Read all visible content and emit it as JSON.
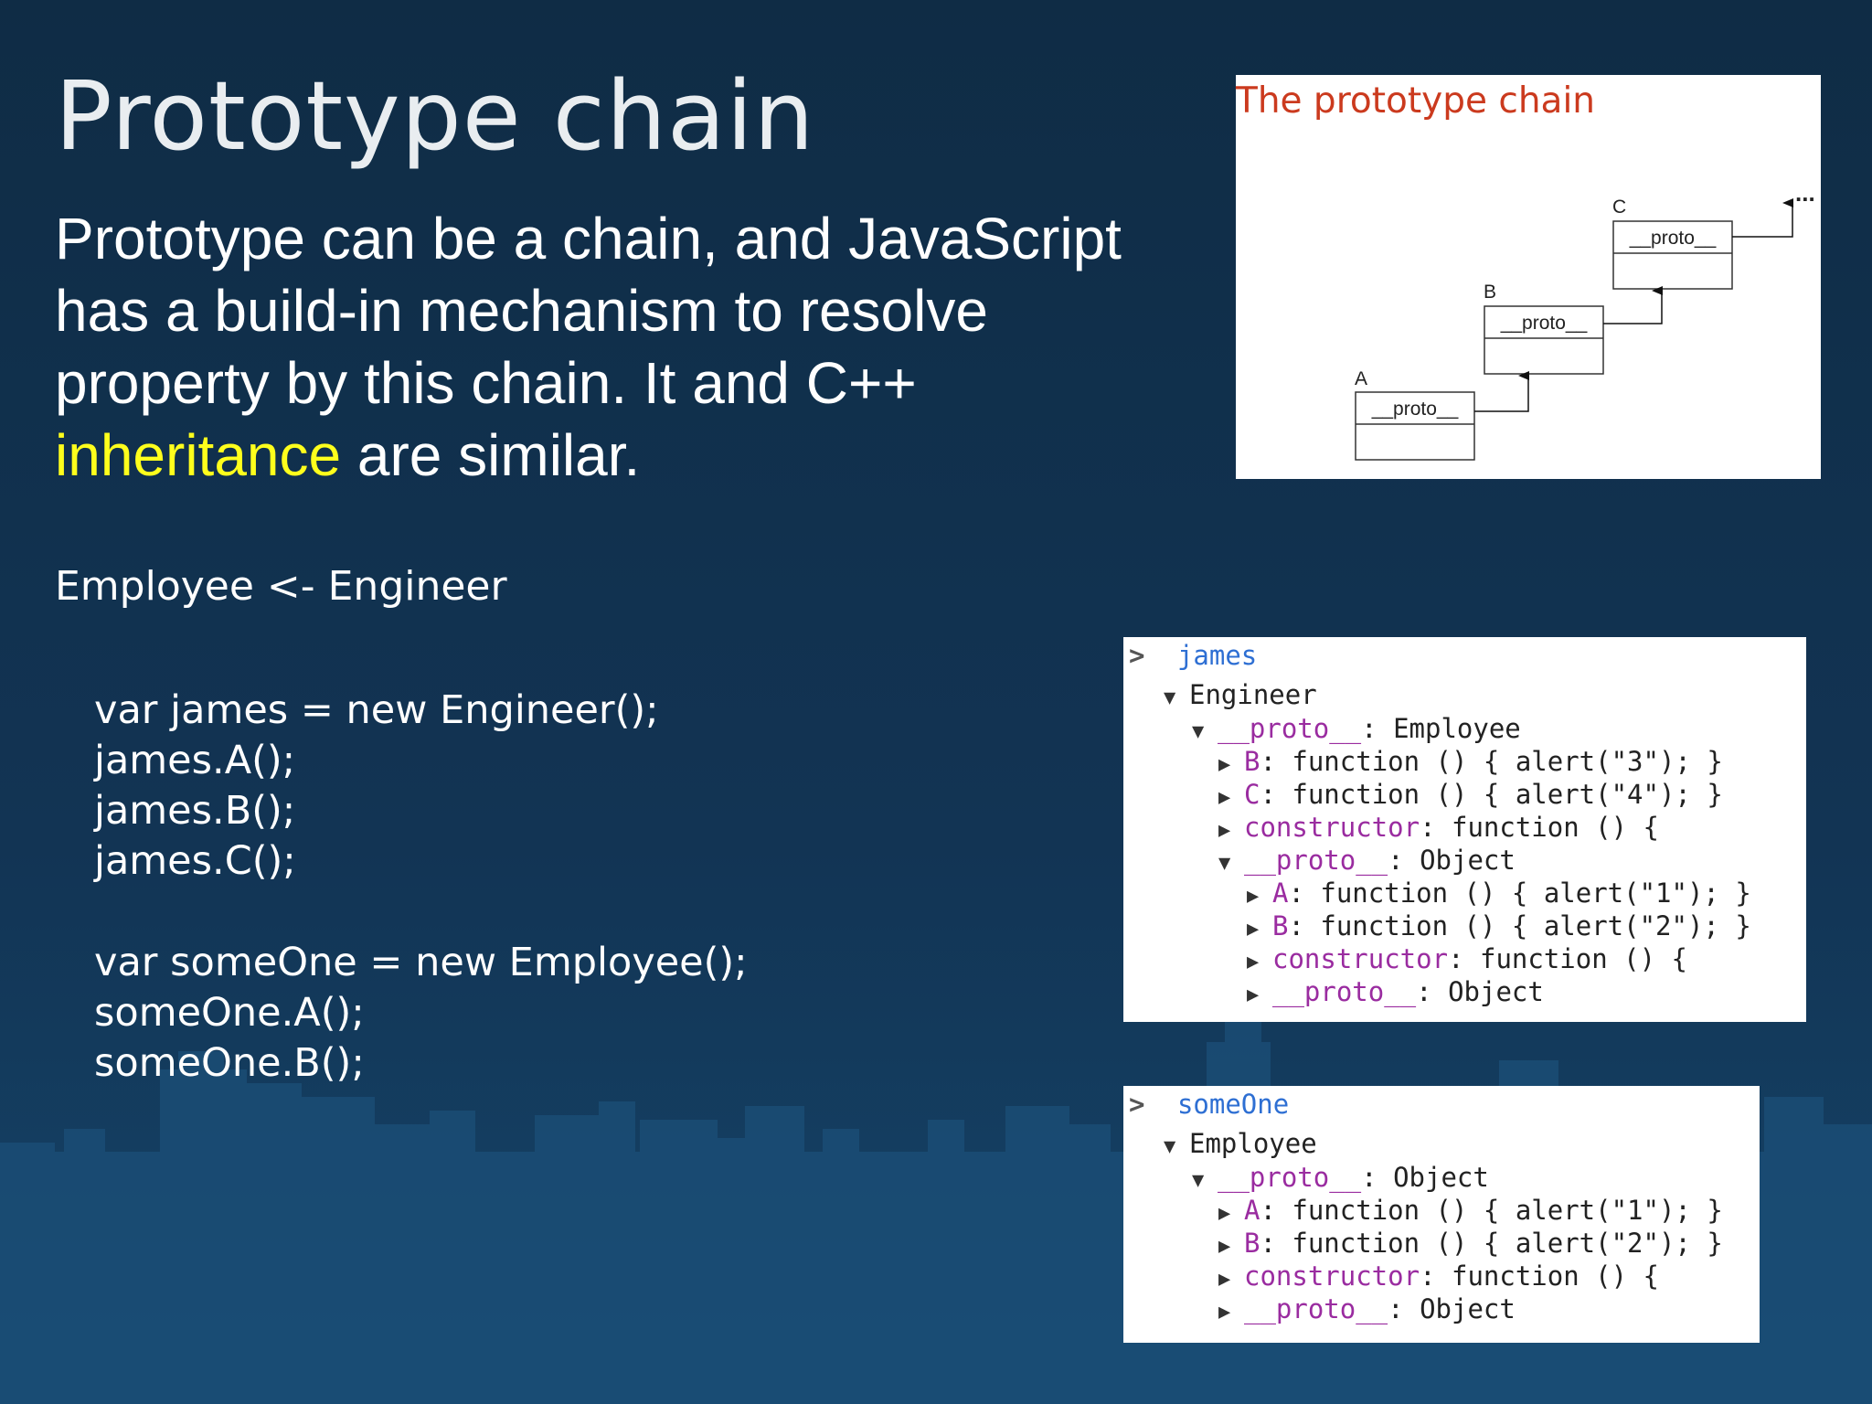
{
  "slide": {
    "title": "Prototype chain",
    "body_before": "Prototype can be a chain, and JavaScript has a build-in mechanism to resolve property by this chain. It and C++ ",
    "body_highlight": "inheritance",
    "body_after": " are similar.",
    "subtitle": "Employee <- Engineer",
    "code_block_1": [
      "var james = new Engineer();",
      "james.A();",
      "james.B();",
      "james.C();"
    ],
    "code_block_2": [
      "var someOne = new Employee();",
      "someOne.A();",
      "someOne.B();"
    ]
  },
  "diagram": {
    "title": "The prototype chain",
    "boxes": [
      {
        "label": "A",
        "field": "__proto__"
      },
      {
        "label": "B",
        "field": "__proto__"
      },
      {
        "label": "C",
        "field": "__proto__"
      }
    ],
    "ellipsis": "..."
  },
  "console_james": {
    "prompt": ">",
    "var": "james",
    "type": "Engineer",
    "proto_label": "__proto__",
    "proto_type": "Employee",
    "entries": [
      {
        "key": "B",
        "value": "function () { alert(\"3\"); }"
      },
      {
        "key": "C",
        "value": "function () { alert(\"4\"); }"
      },
      {
        "key": "constructor",
        "value": "function () {"
      }
    ],
    "nested_proto_label": "__proto__",
    "nested_proto_type": "Object",
    "nested_entries": [
      {
        "key": "A",
        "value": "function () { alert(\"1\"); }"
      },
      {
        "key": "B",
        "value": "function () { alert(\"2\"); }"
      },
      {
        "key": "constructor",
        "value": "function () {"
      },
      {
        "key": "__proto__",
        "value": "Object"
      }
    ]
  },
  "console_someone": {
    "prompt": ">",
    "var": "someOne",
    "type": "Employee",
    "proto_label": "__proto__",
    "proto_type": "Object",
    "entries": [
      {
        "key": "A",
        "value": "function () { alert(\"1\"); }"
      },
      {
        "key": "B",
        "value": "function () { alert(\"2\"); }"
      },
      {
        "key": "constructor",
        "value": "function () {"
      },
      {
        "key": "__proto__",
        "value": "Object"
      }
    ]
  },
  "colors": {
    "background": "#123454",
    "highlight": "#ffff1c",
    "diagram_title": "#cb3a1e",
    "console_key": "#9a2ca0",
    "console_var": "#2e6fd3"
  }
}
